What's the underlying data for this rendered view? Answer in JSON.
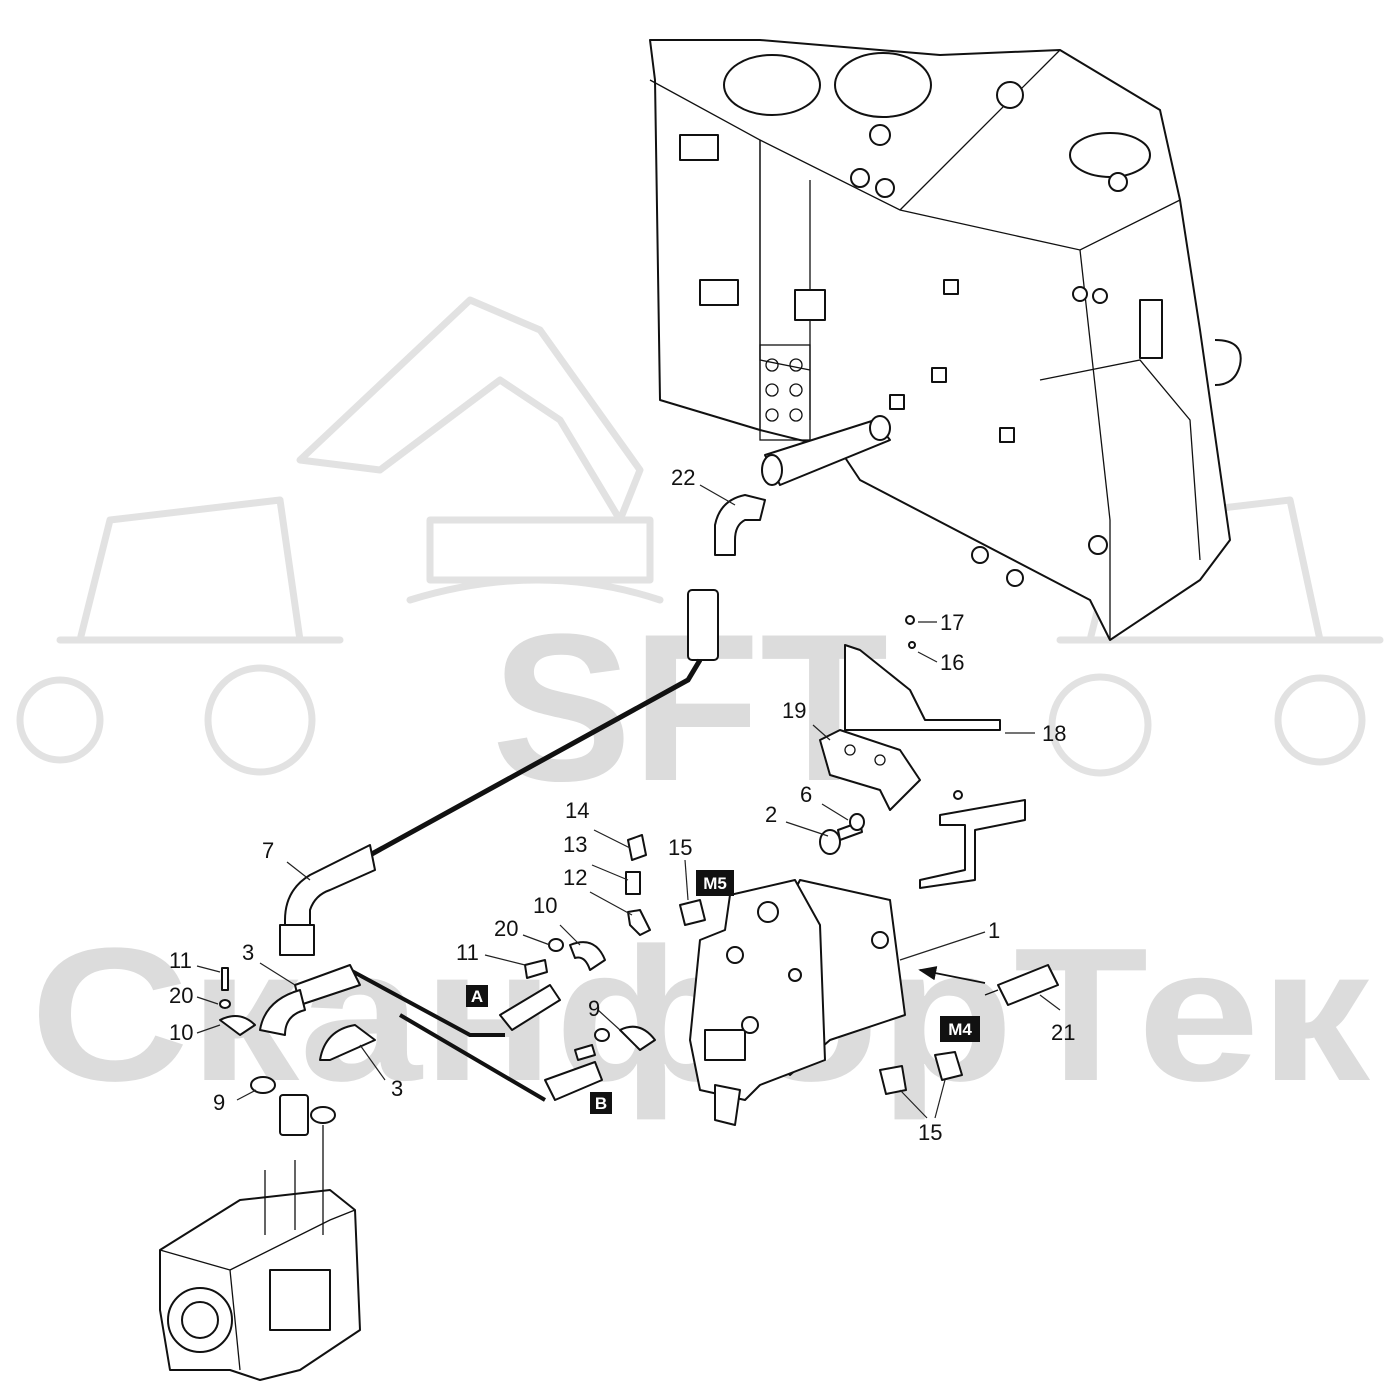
{
  "watermark": {
    "logo_text": "SFT",
    "company_text": "СканфорТек"
  },
  "callouts": [
    {
      "id": "c-22",
      "label": "22"
    },
    {
      "id": "c-17",
      "label": "17"
    },
    {
      "id": "c-16",
      "label": "16"
    },
    {
      "id": "c-19",
      "label": "19"
    },
    {
      "id": "c-18",
      "label": "18"
    },
    {
      "id": "c-6",
      "label": "6"
    },
    {
      "id": "c-2",
      "label": "2"
    },
    {
      "id": "c-14",
      "label": "14"
    },
    {
      "id": "c-13",
      "label": "13"
    },
    {
      "id": "c-15a",
      "label": "15"
    },
    {
      "id": "c-12",
      "label": "12"
    },
    {
      "id": "c-7",
      "label": "7"
    },
    {
      "id": "c-10a",
      "label": "10"
    },
    {
      "id": "c-20a",
      "label": "20"
    },
    {
      "id": "c-11a",
      "label": "11"
    },
    {
      "id": "c-3a",
      "label": "3"
    },
    {
      "id": "c-11b",
      "label": "11"
    },
    {
      "id": "c-20b",
      "label": "20"
    },
    {
      "id": "c-10b",
      "label": "10"
    },
    {
      "id": "c-9a",
      "label": "9"
    },
    {
      "id": "c-9b",
      "label": "9"
    },
    {
      "id": "c-3b",
      "label": "3"
    },
    {
      "id": "c-1",
      "label": "1"
    },
    {
      "id": "c-21",
      "label": "21"
    },
    {
      "id": "c-15b",
      "label": "15"
    }
  ],
  "port_labels": [
    {
      "id": "port-m5",
      "label": "M5"
    },
    {
      "id": "port-a",
      "label": "A"
    },
    {
      "id": "port-m4",
      "label": "M4"
    },
    {
      "id": "port-b",
      "label": "B"
    }
  ]
}
